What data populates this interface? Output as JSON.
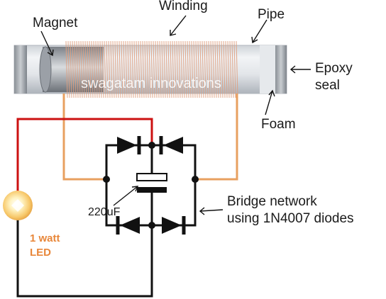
{
  "labels": {
    "magnet": "Magnet",
    "winding": "Winding",
    "pipe": "Pipe",
    "epoxy_line1": "Epoxy",
    "epoxy_line2": "seal",
    "foam": "Foam",
    "capacitor": "220uF",
    "bridge_line1": "Bridge network",
    "bridge_line2": "using 1N4007 diodes",
    "led_line1": "1 watt",
    "led_line2": "LED",
    "watermark": "swagatam innovations"
  },
  "colors": {
    "wire_black": "#111111",
    "wire_red": "#cc1111",
    "wire_orange": "#e8a060",
    "coil": "#e0a080",
    "led_label": "#e8873a"
  }
}
